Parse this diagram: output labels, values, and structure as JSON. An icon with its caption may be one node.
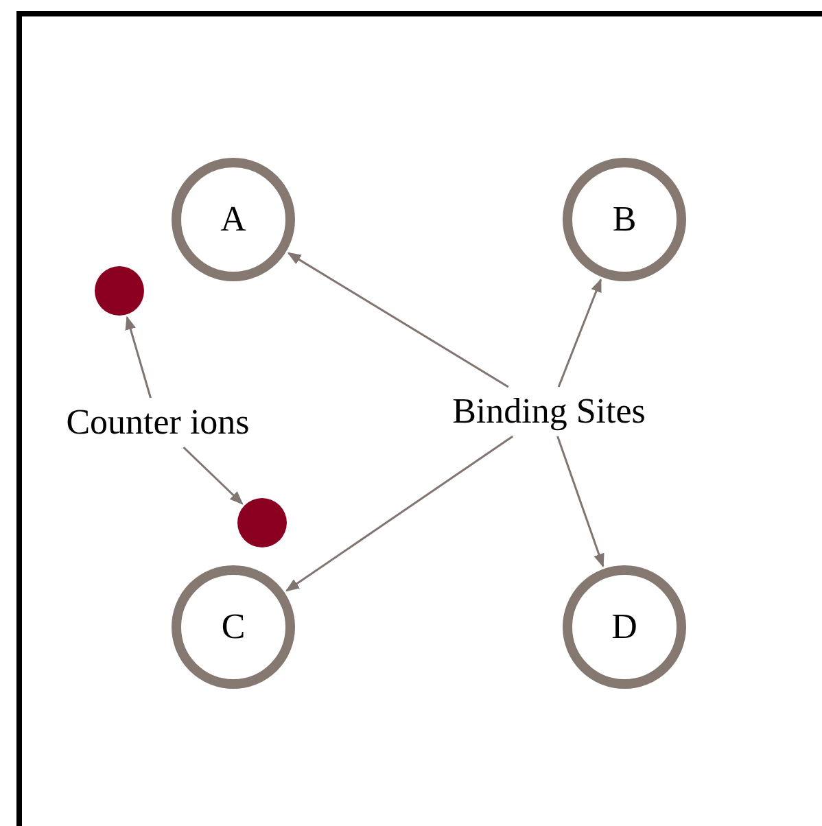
{
  "diagram": {
    "nodes": [
      {
        "text": [
          "A"
        ]
      },
      {
        "text": [
          "B"
        ]
      },
      {
        "text": [
          "C"
        ]
      },
      {
        "text": [
          "D"
        ]
      },
      {
        "text": [],
        "shape": "circle"
      },
      {
        "text": [
          "Counter ions"
        ]
      },
      {
        "text": [],
        "shape": "circle"
      },
      {
        "text": [
          "Binding Sites"
        ]
      }
    ],
    "edges": [
      {
        "from": 5,
        "to": 4,
        "arrow": "to"
      },
      {
        "from": 5,
        "to": 6,
        "arrow": "to"
      },
      {
        "from": 7,
        "to": 0,
        "arrow": "to"
      },
      {
        "from": 7,
        "to": 2,
        "arrow": "to"
      },
      {
        "from": 7,
        "to": 1,
        "arrow": "to"
      },
      {
        "from": 7,
        "to": 3,
        "arrow": "to"
      }
    ]
  }
}
